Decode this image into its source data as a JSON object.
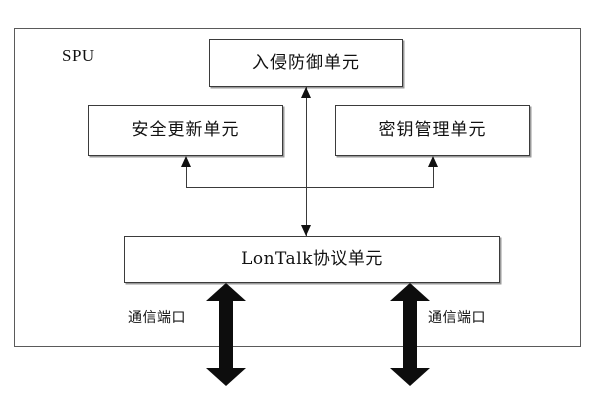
{
  "diagram": {
    "container": {
      "label": "SPU"
    },
    "blocks": [
      {
        "id": "intrusion",
        "label": "入侵防御单元"
      },
      {
        "id": "security-update",
        "label": "安全更新单元"
      },
      {
        "id": "key-management",
        "label": "密钥管理单元"
      },
      {
        "id": "lontalk",
        "label": "LonTalk协议单元"
      }
    ],
    "port_labels": [
      {
        "id": "port-left",
        "label": "通信端口"
      },
      {
        "id": "port-right",
        "label": "通信端口"
      }
    ],
    "colors": {
      "frame": "#5a5a5a",
      "box_border": "#3b3b3b",
      "connector": "#3a3a3a",
      "arrow_fill": "#0d0d0d",
      "background": "#ffffff",
      "text": "#111111"
    }
  }
}
